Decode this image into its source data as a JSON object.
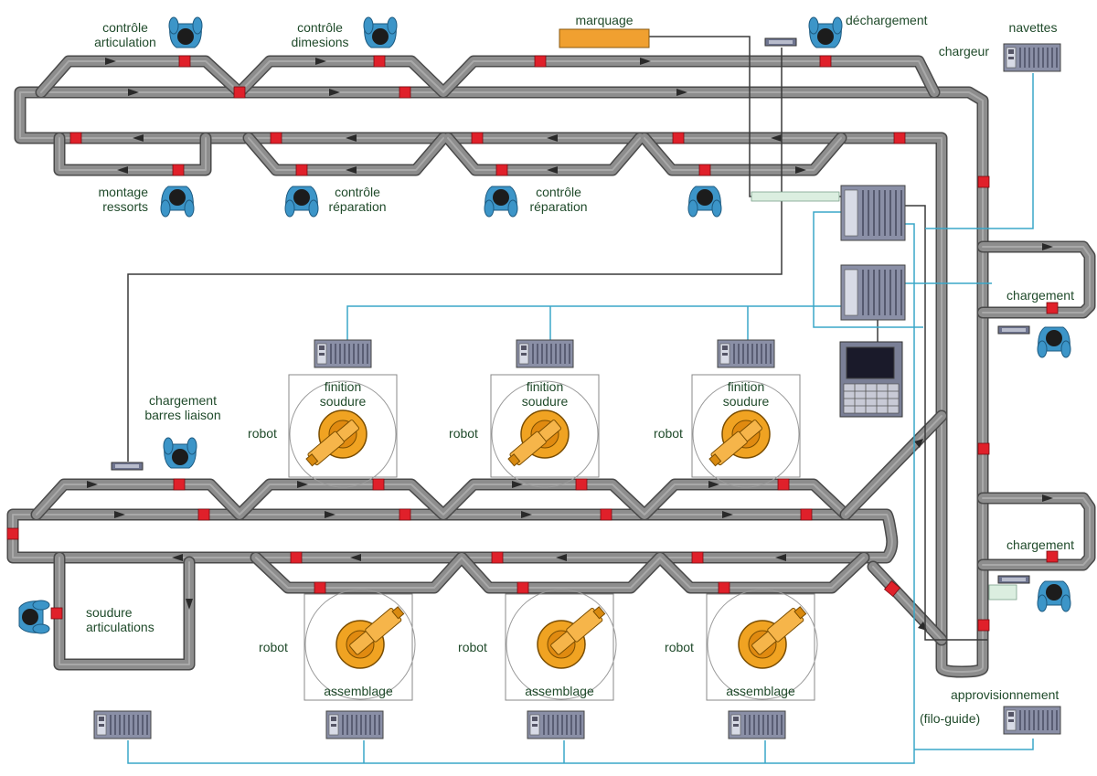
{
  "colors": {
    "track": "#8d8d8d",
    "track_edge": "#4a4a4a",
    "track_center": "#a9a9a9",
    "stop_marker": "#e0202a",
    "robot": "#f0a322",
    "operator_body": "#3c95c8",
    "operator_head": "#1c1c1c",
    "cable_data": "#3aa7c8",
    "cable_control": "#3a3a3a",
    "controller": "#7a7f96",
    "marking_unit": "#f0a030",
    "label_text": "#1f4a2a"
  },
  "labels": {
    "controle_articulation": "contrôle\narticulation",
    "controle_dimensions": "contrôle\ndimesions",
    "marquage": "marquage",
    "dechargement": "déchargement",
    "navettes": "navettes",
    "chargeur": "chargeur",
    "montage_ressorts": "montage\nressorts",
    "controle_reparation_1": "contrôle\nréparation",
    "controle_reparation_2": "contrôle\nréparation",
    "chargement_1": "chargement",
    "chargement_2": "chargement",
    "chargement_barres": "chargement\nbarres liaison",
    "finition_1": "finition\nsoudure",
    "finition_2": "finition\nsoudure",
    "finition_3": "finition\nsoudure",
    "robot_top_1": "robot",
    "robot_top_2": "robot",
    "robot_top_3": "robot",
    "soudure_articulations": "soudure\narticulations",
    "robot_bottom_1": "robot",
    "robot_bottom_2": "robot",
    "robot_bottom_3": "robot",
    "assemblage_1": "assemblage",
    "assemblage_2": "assemblage",
    "assemblage_3": "assemblage",
    "approvisionnement": "approvisionnement",
    "filo_guide": "(filo-guide)"
  }
}
